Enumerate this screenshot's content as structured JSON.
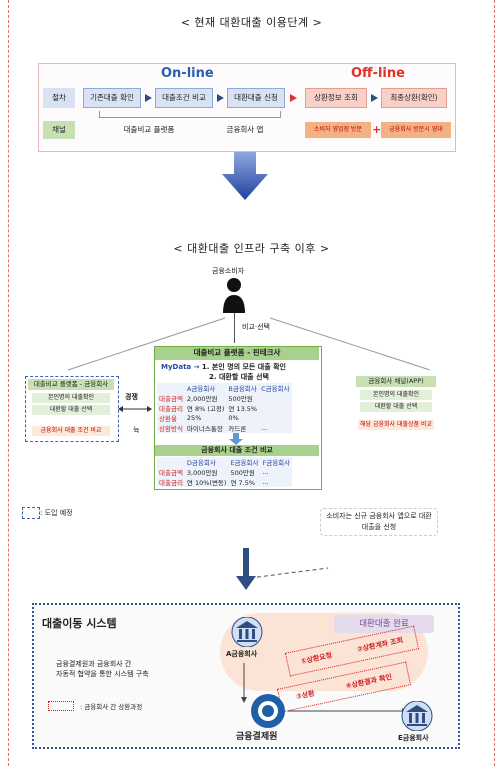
{
  "top_title": "< 현재 대환대출 이용단계 >",
  "current": {
    "online_label": "On-line",
    "offline_label": "Off-line",
    "row_process": "절차",
    "row_channel": "채널",
    "steps_online": [
      "기존대출 확인",
      "대출조건 비교",
      "대환대출 신청"
    ],
    "steps_offline": [
      "상환정보 조회",
      "최종상환(확인)"
    ],
    "channel_online": [
      "대출비교 플랫폼",
      "금융회사 앱"
    ],
    "channel_offline": [
      "소비자 영업점 방문",
      "금융회사 방문시 영대"
    ],
    "colors": {
      "online": "#2a5fb0",
      "offline": "#e0302a",
      "step_bg": "#d9e2f3",
      "offline_bg": "#f8d0c8",
      "channel_bg": "#c6e0b4"
    }
  },
  "after_title": "< 대환대출 인프라 구축 이후 >",
  "consumer": {
    "label": "금융소비자",
    "compare_label": "비교·선택"
  },
  "platform_left": {
    "title": "대출비교 플랫폼 - 금융회사",
    "line1": "본인명의 대출확인",
    "line2": "대환할 대출 선택",
    "line3": "금융회사 대출 조건 비교"
  },
  "competition": "경쟁",
  "competition_mark": "뉵",
  "platform_center": {
    "title": "대출비교 플랫폼 - 핀테크사",
    "mydata_prefix": "MyData →",
    "line1": "1. 본인 명의 모든 대출 확인",
    "line2": "2. 대환할 대출 선택",
    "table1_headers": [
      "A금융회사",
      "B금융회사",
      "C금융회사"
    ],
    "table1_rows": [
      {
        "label": "대출금액",
        "a": "2,000만원",
        "b": "500만원",
        "c": ""
      },
      {
        "label": "대출금리",
        "a": "연 8% (고정)",
        "b": "연 13.5%",
        "c": ""
      },
      {
        "label": "상환율",
        "a": "25%",
        "b": "0%",
        "c": ""
      },
      {
        "label": "상환방식",
        "a": "마이너스통장",
        "b": "카드론",
        "c": "..."
      }
    ],
    "compare_title": "금융회사 대출 조건 비교",
    "table2_headers": [
      "D금융회사",
      "E금융회사",
      "F금융회사"
    ],
    "table2_rows": [
      {
        "label": "대출금액",
        "a": "3,000만원",
        "b": "500만원",
        "c": "..."
      },
      {
        "label": "대출금리",
        "a": "연 10%(변동)",
        "b": "연 7.5%",
        "c": "..."
      }
    ]
  },
  "platform_right": {
    "title": "금융회사 채널(APP)",
    "line1": "본인명의 대출확인",
    "line2": "대환할 대출 선택",
    "line3": "해당 금융회사 대출상품 비교"
  },
  "legend_planned": ": 도입 예정",
  "note_right": "소비자는 신규 금융회사 앱으로 대환대출을 신청",
  "system": {
    "title": "대출이동 시스템",
    "desc1": "금융결제원과 금융회사 간",
    "desc2": "자동적 협약을 통한 시스템 구축",
    "legend_process": ": 금융회사 간 상환과정",
    "complete": "대환대출 완료",
    "bank_a": "A금융회사",
    "bank_e": "E금융회사",
    "kftc": "금융결제원",
    "step1": "①상환요청",
    "step2": "②상환계좌 조회",
    "step3": "③상환",
    "step4": "④상환결과 확인"
  }
}
